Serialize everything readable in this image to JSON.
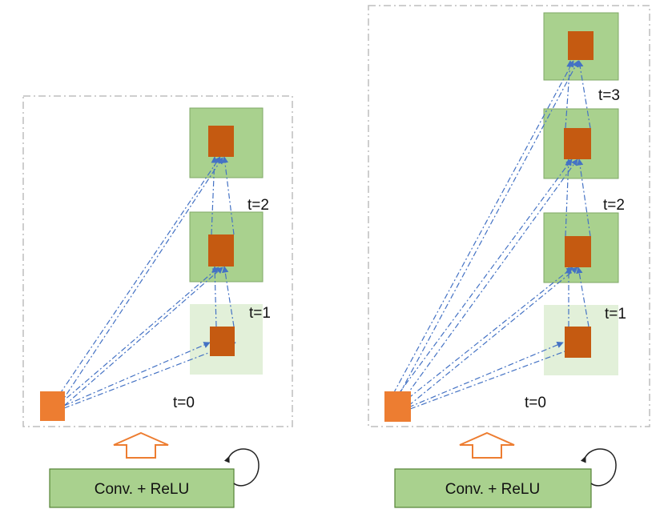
{
  "panels": [
    {
      "id": "left",
      "conv_label": "Conv. + ReLU",
      "time_labels": [
        "t=0",
        "t=1",
        "t=2"
      ]
    },
    {
      "id": "right",
      "conv_label": "Conv. + ReLU",
      "time_labels": [
        "t=0",
        "t=1",
        "t=2",
        "t=3"
      ]
    }
  ],
  "colors": {
    "frame": "#bdbdbd",
    "box_dark": "#a9d18e",
    "box_light": "#e2f0d9",
    "node": "#c55a11",
    "input_node": "#ed7d31",
    "edge": "#4472c4",
    "input_arrow": "#ed7d31"
  },
  "icons": [
    "recurrent-loop-icon",
    "input-arrow-icon"
  ]
}
